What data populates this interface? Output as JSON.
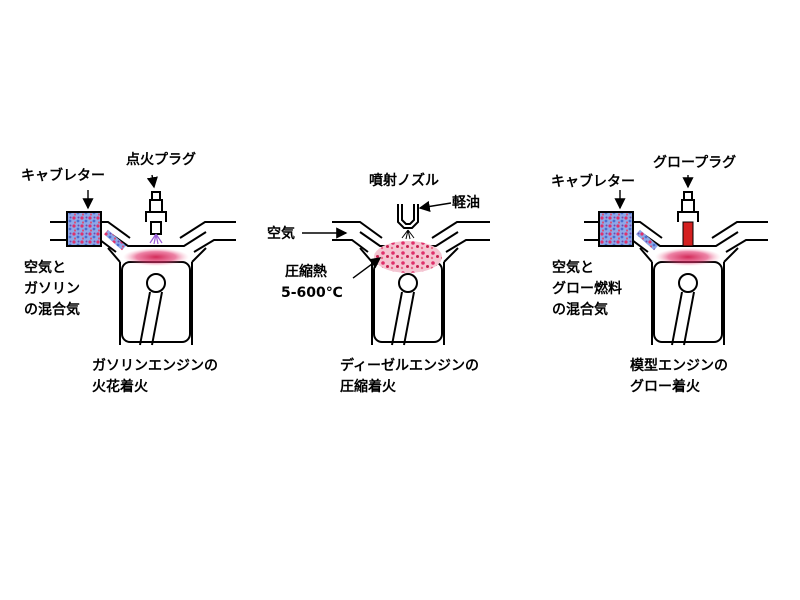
{
  "panels": [
    {
      "id": "gasoline",
      "labels": {
        "carburetor": "キャブレター",
        "plug": "点火プラグ",
        "mixture_1": "空気と",
        "mixture_2": "ガソリン",
        "mixture_3": "の混合気",
        "caption_1": "ガソリンエンジンの",
        "caption_2": "火花着火"
      }
    },
    {
      "id": "diesel",
      "labels": {
        "nozzle": "噴射ノズル",
        "fuel": "軽油",
        "air": "空気",
        "heat_1": "圧縮熱",
        "heat_2": "5-600℃",
        "caption_1": "ディーゼルエンジンの",
        "caption_2": "圧縮着火"
      }
    },
    {
      "id": "model",
      "labels": {
        "carburetor": "キャブレター",
        "plug": "グロープラグ",
        "mixture_1": "空気と",
        "mixture_2": "グロー燃料",
        "mixture_3": "の混合気",
        "caption_1": "模型エンジンの",
        "caption_2": "グロー着火"
      }
    }
  ],
  "colors": {
    "mixture_blue": "#5a7fd8",
    "mixture_red": "#e0306a",
    "glow_red": "#d42020",
    "spark_purple": "#9a5cd6"
  }
}
